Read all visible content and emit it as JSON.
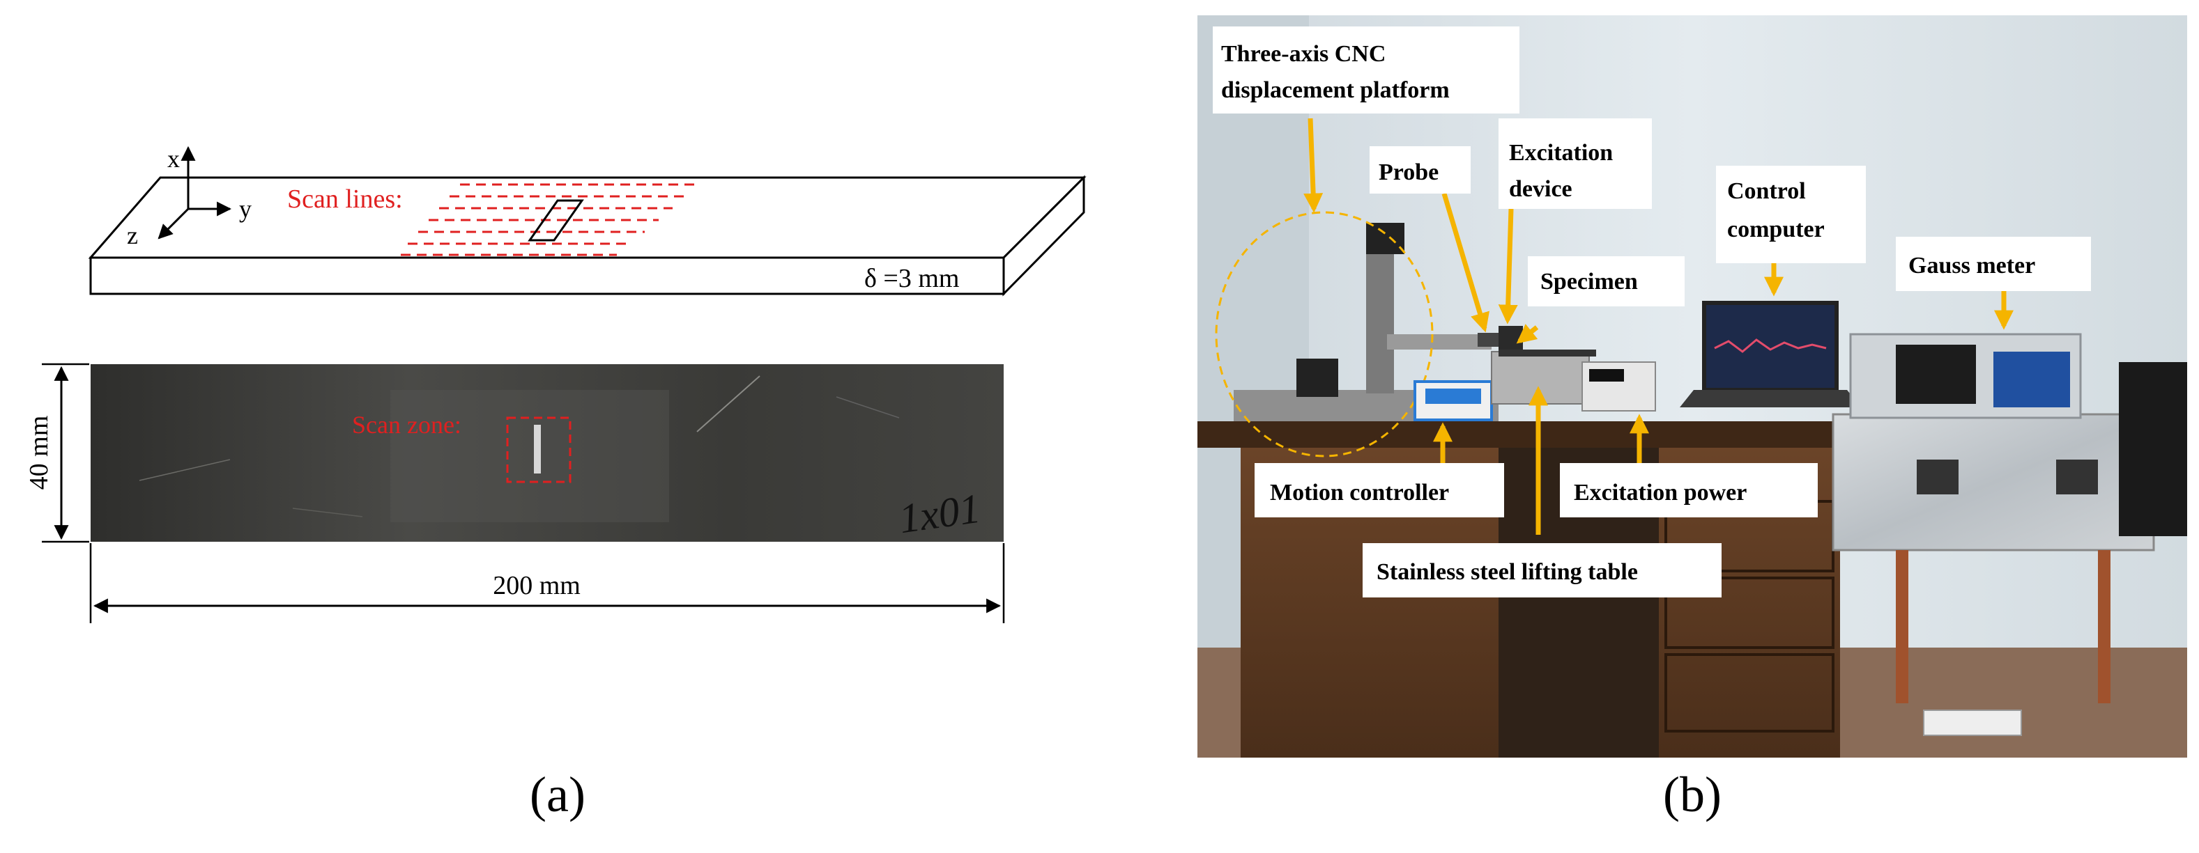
{
  "panel_a": {
    "axes": {
      "x": "x",
      "y": "y",
      "z": "z"
    },
    "scan_lines_label": "Scan lines:",
    "thickness_label": "δ =3 mm",
    "scan_zone_label": "Scan zone:",
    "height_label": "40 mm",
    "length_label": "200 mm",
    "specimen_marking": "1x01",
    "caption": "(a)",
    "colors": {
      "annotation": "#e02020",
      "specimen": "#3a3a38",
      "line": "#000000"
    }
  },
  "panel_b": {
    "labels": {
      "cnc_line1": "Three-axis CNC",
      "cnc_line2": "displacement platform",
      "probe": "Probe",
      "excitation_device_line1": "Excitation",
      "excitation_device_line2": "device",
      "control_line1": "Control",
      "control_line2": "computer",
      "specimen": "Specimen",
      "gauss": "Gauss meter",
      "motion": "Motion controller",
      "excitation_power": "Excitation power",
      "lifting_table": "Stainless steel lifting table"
    },
    "caption": "(b)",
    "colors": {
      "arrow": "#f5b400",
      "wall": "#dde5ea",
      "desk": "#5c3a22"
    }
  }
}
